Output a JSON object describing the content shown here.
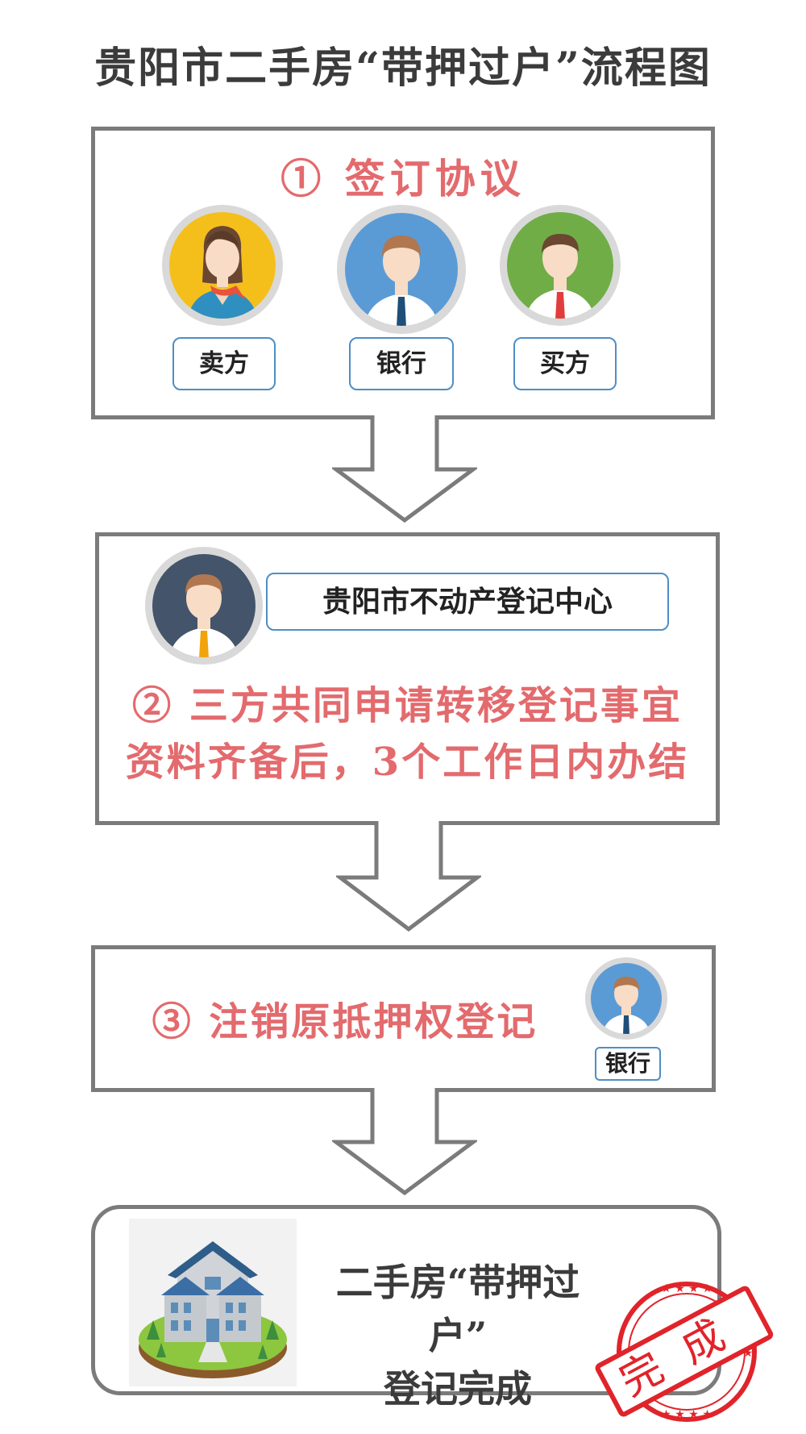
{
  "title": "贵阳市二手房“带押过户”流程图",
  "step1": {
    "title": "① 签订协议",
    "parties": [
      {
        "label": "卖方",
        "bg": "#f5bf1b"
      },
      {
        "label": "银行",
        "bg": "#5b9bd5"
      },
      {
        "label": "买方",
        "bg": "#70ad47"
      }
    ]
  },
  "step2": {
    "center_label": "贵阳市不动产登记中心",
    "avatar_bg": "#44546a",
    "line1": "② 三方共同申请转移登记事宜",
    "line2": "资料齐备后，3个工作日内办结"
  },
  "step3": {
    "title": "③ 注销原抵押权登记",
    "label": "银行"
  },
  "final": {
    "line1": "二手房“带押过户”",
    "line2": "登记完成",
    "stamp_text": "完成"
  },
  "colors": {
    "accent_red": "#e36a6d",
    "border_gray": "#7b7b7b",
    "label_border": "#4e8ec5",
    "stamp_red": "#e0242a"
  }
}
